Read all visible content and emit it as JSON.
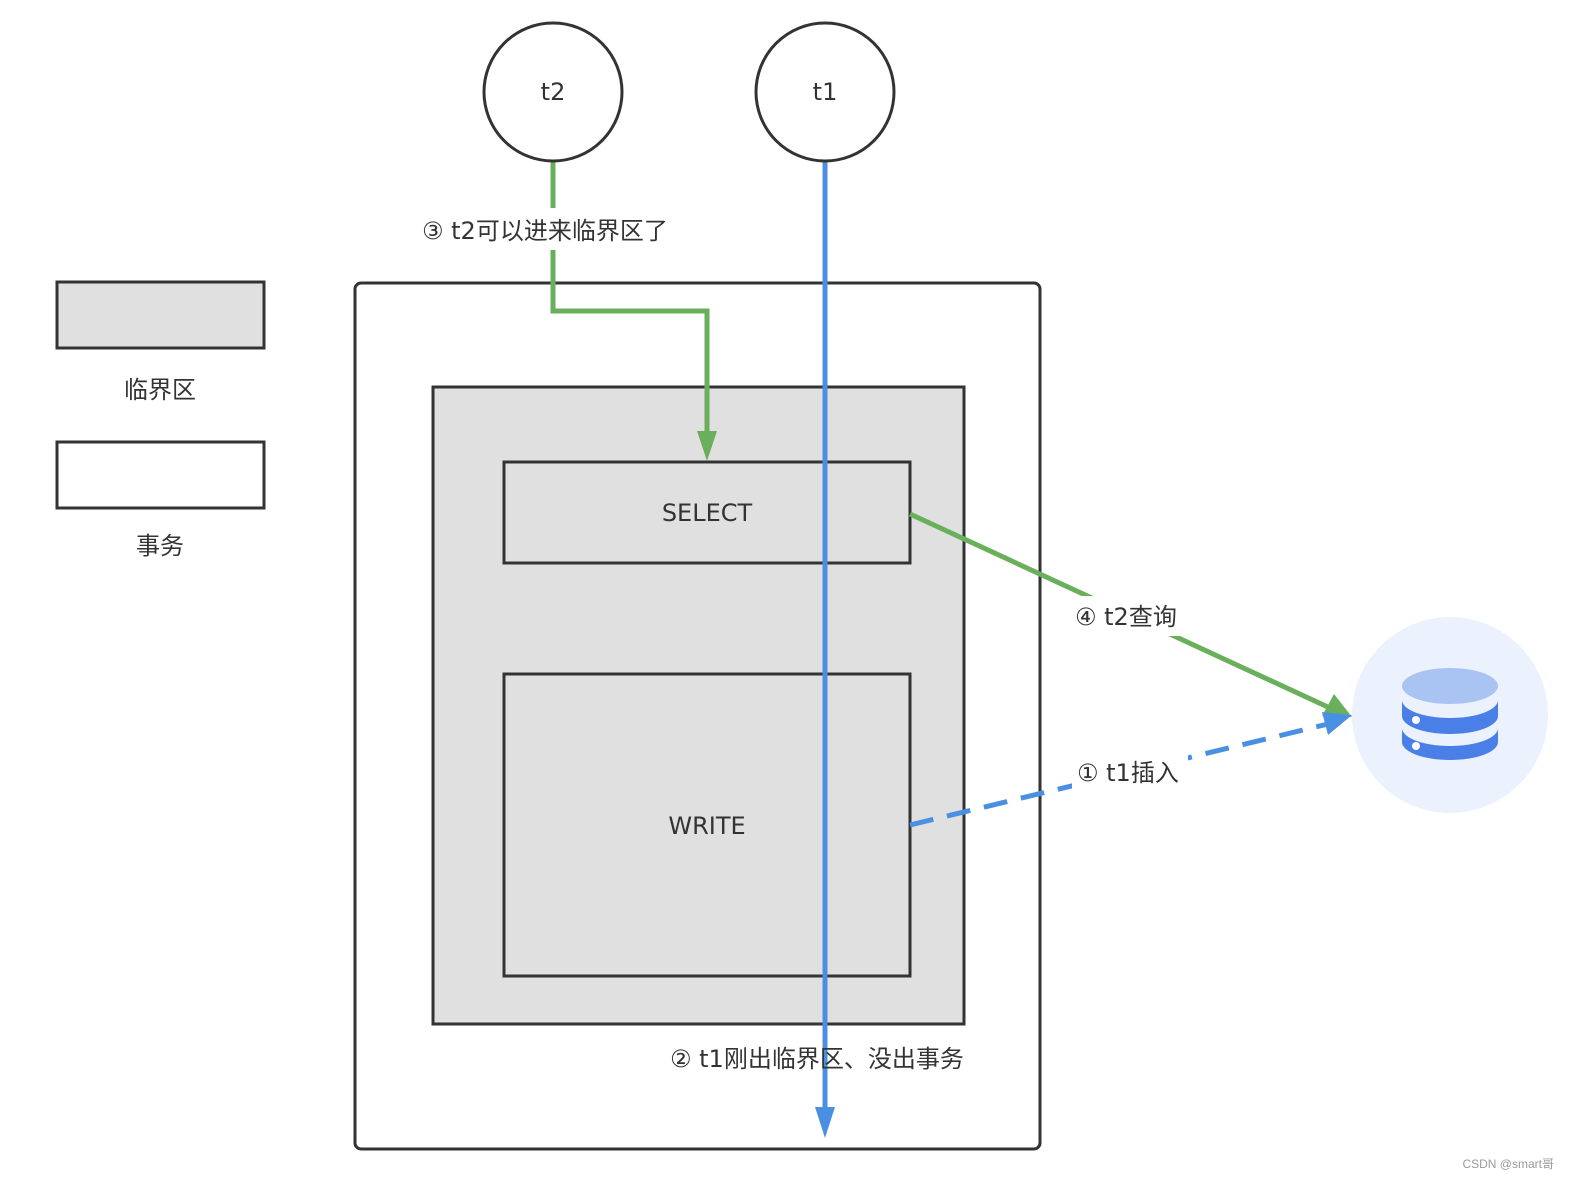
{
  "nodes": {
    "t2": "t2",
    "t1": "t1"
  },
  "boxes": {
    "select": "SELECT",
    "write": "WRITE"
  },
  "legend": {
    "critical_section": "临界区",
    "transaction": "事务"
  },
  "annotations": {
    "step1": "① t1插入",
    "step2": "② t1刚出临界区、没出事务",
    "step3": "③ t2可以进来临界区了",
    "step4": "④ t2查询"
  },
  "watermark": "CSDN @smart哥",
  "colors": {
    "green": "#6aaf5c",
    "blue": "#4a90e2",
    "box_fill": "#e0e0e0",
    "stroke": "#333333",
    "db_bg": "#ebf2fd",
    "db_top": "#a9c4f3",
    "db_body": "#4a7fe8"
  },
  "icons": {
    "database": "database-icon"
  }
}
